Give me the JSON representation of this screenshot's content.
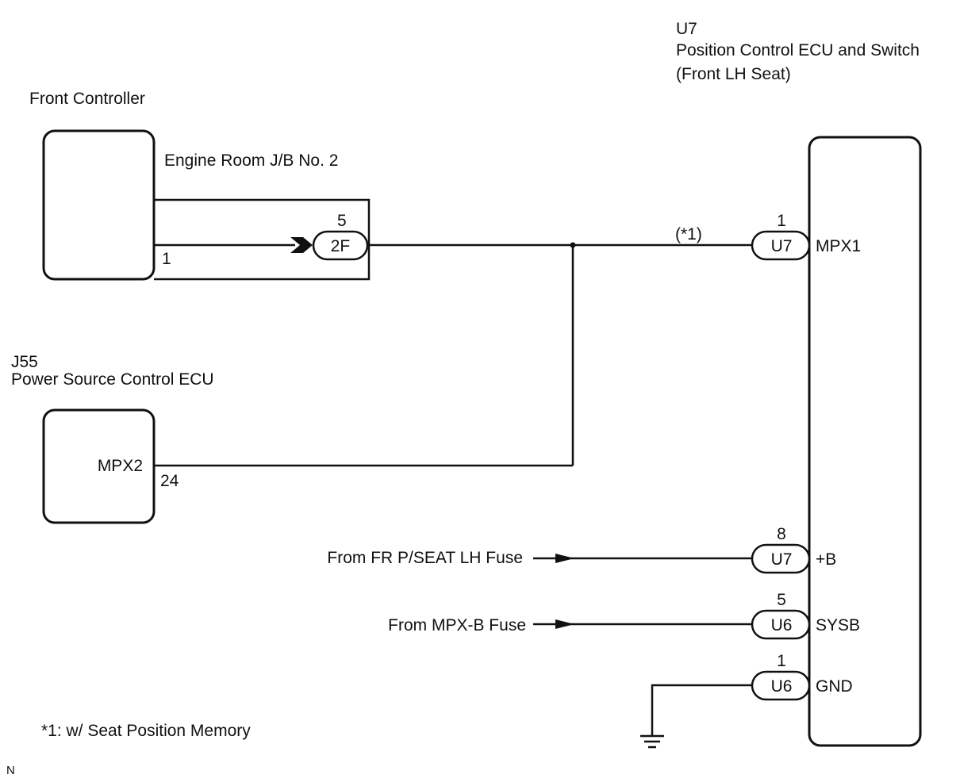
{
  "ecu_u7": {
    "code": "U7",
    "name": "Position Control ECU and Switch",
    "sub": "(Front LH Seat)"
  },
  "front_controller": {
    "name": "Front Controller",
    "pin": "1"
  },
  "junction_block": {
    "name": "Engine Room J/B No. 2",
    "connector": "2F",
    "pin": "5"
  },
  "ecu_j55": {
    "code": "J55",
    "name": "Power Source Control ECU",
    "terminal": "MPX2",
    "pin": "24"
  },
  "note_ref": "(*1)",
  "footnote": "*1: w/ Seat Position Memory",
  "corner_mark": "N",
  "connectors": [
    {
      "pin": "1",
      "code": "U7",
      "terminal": "MPX1"
    },
    {
      "pin": "8",
      "code": "U7",
      "terminal": "+B"
    },
    {
      "pin": "5",
      "code": "U6",
      "terminal": "SYSB"
    },
    {
      "pin": "1",
      "code": "U6",
      "terminal": "GND"
    }
  ],
  "fuse_sources": [
    {
      "label": "From FR P/SEAT LH Fuse"
    },
    {
      "label": "From MPX-B Fuse"
    }
  ],
  "icons": {
    "ground": "ground-icon",
    "arrow": "arrow-right-icon",
    "connector": "connector-chevron-icon"
  }
}
